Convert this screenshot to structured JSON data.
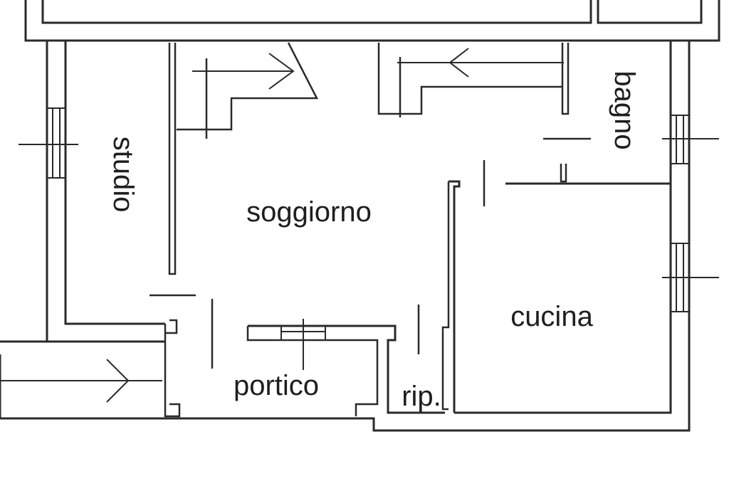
{
  "rooms": {
    "studio": "studio",
    "soggiorno": "soggiorno",
    "bagno": "bagno",
    "cucina": "cucina",
    "portico": "portico",
    "ripostiglio": "rip."
  },
  "colors": {
    "ink": "#2a2a2a",
    "paper": "#ffffff"
  }
}
